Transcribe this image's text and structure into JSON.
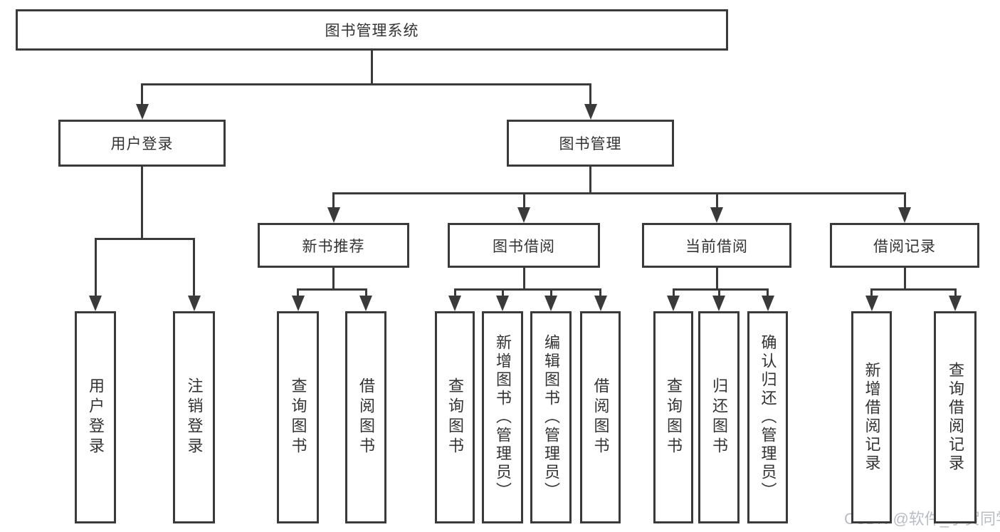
{
  "diagram": {
    "root": {
      "label": "图书管理系统"
    },
    "branches": [
      {
        "label": "用户登录",
        "children": [
          {
            "label": "用户登录"
          },
          {
            "label": "注销登录"
          }
        ]
      },
      {
        "label": "图书管理",
        "children": [
          {
            "label": "新书推荐",
            "children": [
              {
                "label": "查询图书"
              },
              {
                "label": "借阅图书"
              }
            ]
          },
          {
            "label": "图书借阅",
            "children": [
              {
                "label": "查询图书"
              },
              {
                "label": "新增图书（管理员）"
              },
              {
                "label": "编辑图书（管理员）"
              },
              {
                "label": "借阅图书"
              }
            ]
          },
          {
            "label": "当前借阅",
            "children": [
              {
                "label": "查询图书"
              },
              {
                "label": "归还图书"
              },
              {
                "label": "确认归还（管理员）"
              }
            ]
          },
          {
            "label": "借阅记录",
            "children": [
              {
                "label": "新增借阅记录"
              },
              {
                "label": "查询借阅记录"
              }
            ]
          }
        ]
      }
    ]
  },
  "watermark": {
    "text": "CSDN @软件_小贺同学"
  },
  "colors": {
    "line": "#3a3a3a",
    "text": "#333333",
    "watermark": "#b9bdc3",
    "background": "#ffffff"
  }
}
